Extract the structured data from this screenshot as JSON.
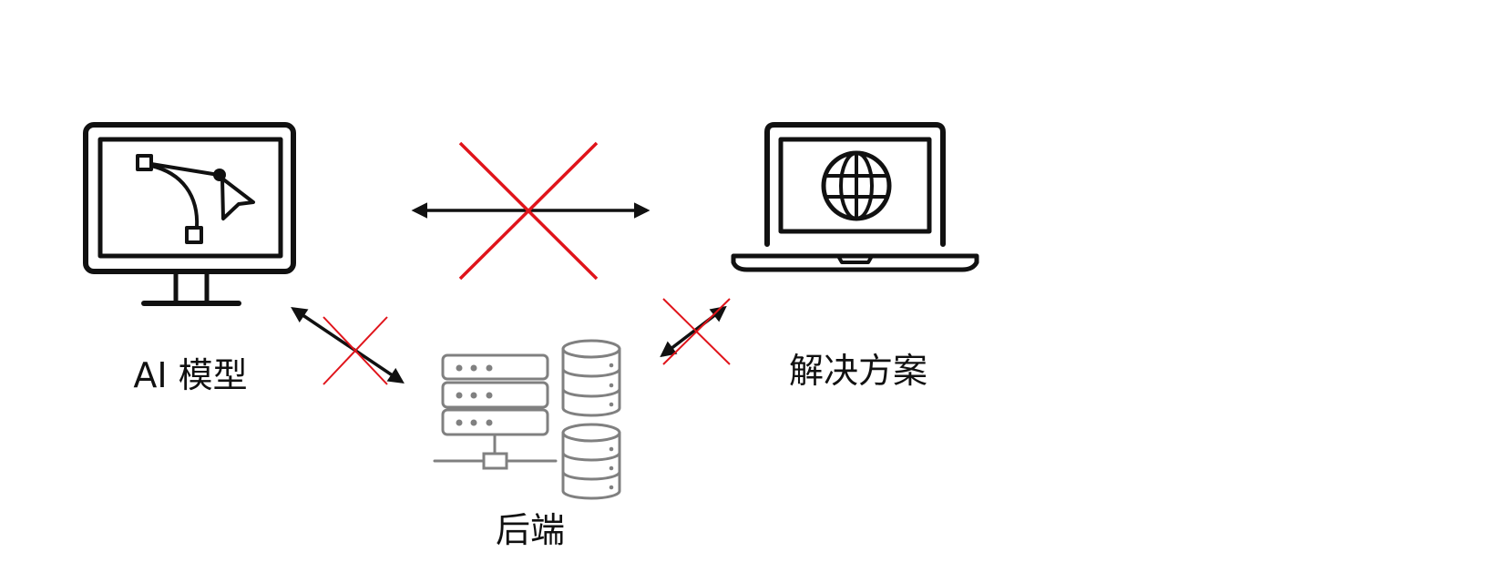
{
  "nodes": {
    "ai_model": {
      "label": "AI 模型",
      "icon": "monitor-bezier-icon"
    },
    "solution": {
      "label": "解决方案",
      "icon": "laptop-globe-icon"
    },
    "backend": {
      "label": "后端",
      "icon": "server-database-icon"
    }
  },
  "connections": [
    {
      "from": "ai_model",
      "to": "solution",
      "bidirectional": true,
      "blocked": true
    },
    {
      "from": "ai_model",
      "to": "backend",
      "bidirectional": true,
      "blocked": true
    },
    {
      "from": "backend",
      "to": "solution",
      "bidirectional": true,
      "blocked": true
    }
  ],
  "colors": {
    "ink": "#111111",
    "blocked_cross": "#e0141b",
    "backend_gray": "#808080",
    "background": "#ffffff"
  }
}
